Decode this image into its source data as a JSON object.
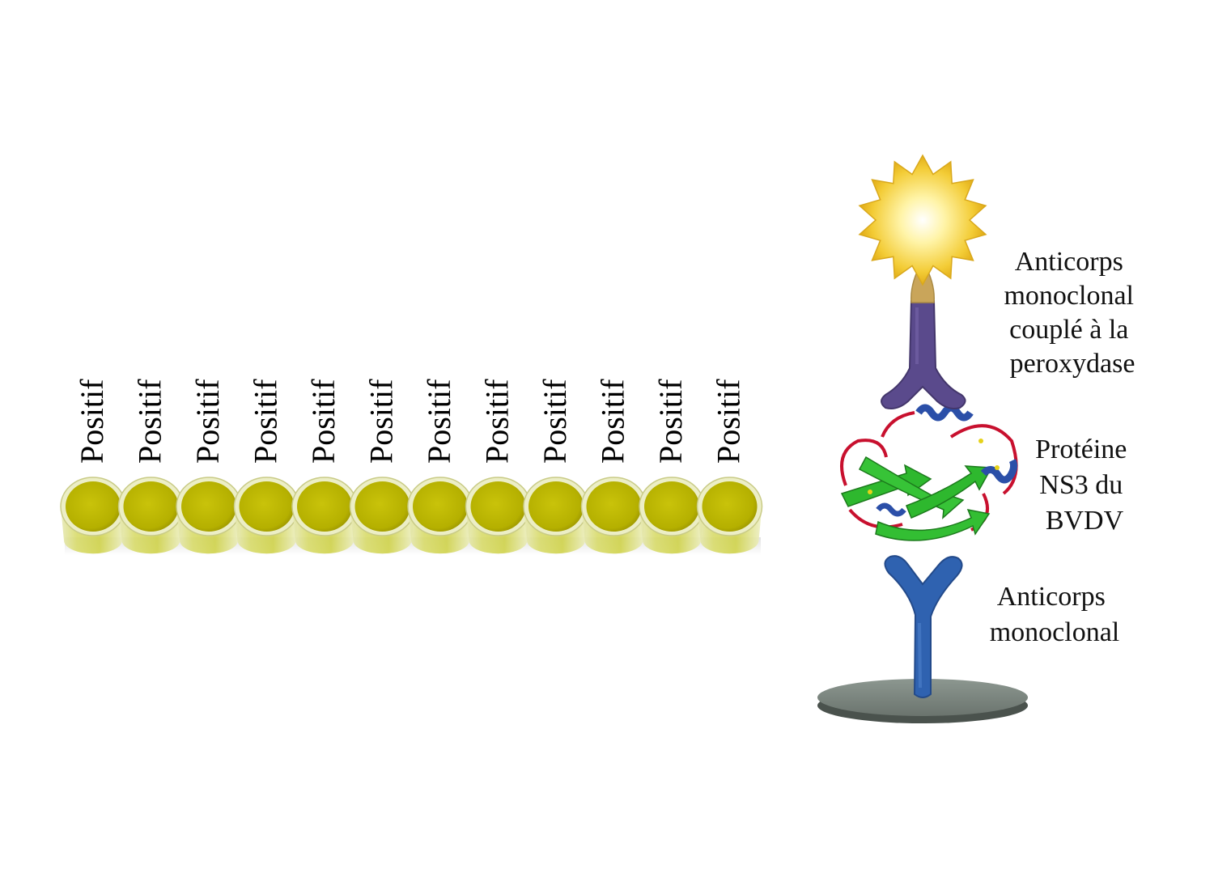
{
  "wells": {
    "count": 12,
    "label": "Positif",
    "fill_color": "#c8c800",
    "liquid_color": "#b8b400"
  },
  "captions": {
    "conjugate": [
      "Anticorps",
      "monoclonal",
      "couplé à la",
      "peroxydase"
    ],
    "antigen": [
      "Protéine",
      "NS3 du",
      "BVDV"
    ],
    "capture": [
      "Anticorps",
      "monoclonal"
    ]
  },
  "colors": {
    "enzyme_star": "#f5d23a",
    "conjugate_antibody": "#5a4a8c",
    "capture_antibody": "#2f62b0",
    "protein_strands": "#2eb82e",
    "protein_helix": "#2b4fa8",
    "protein_loops": "#c8102e",
    "plate": "#7d8880"
  }
}
